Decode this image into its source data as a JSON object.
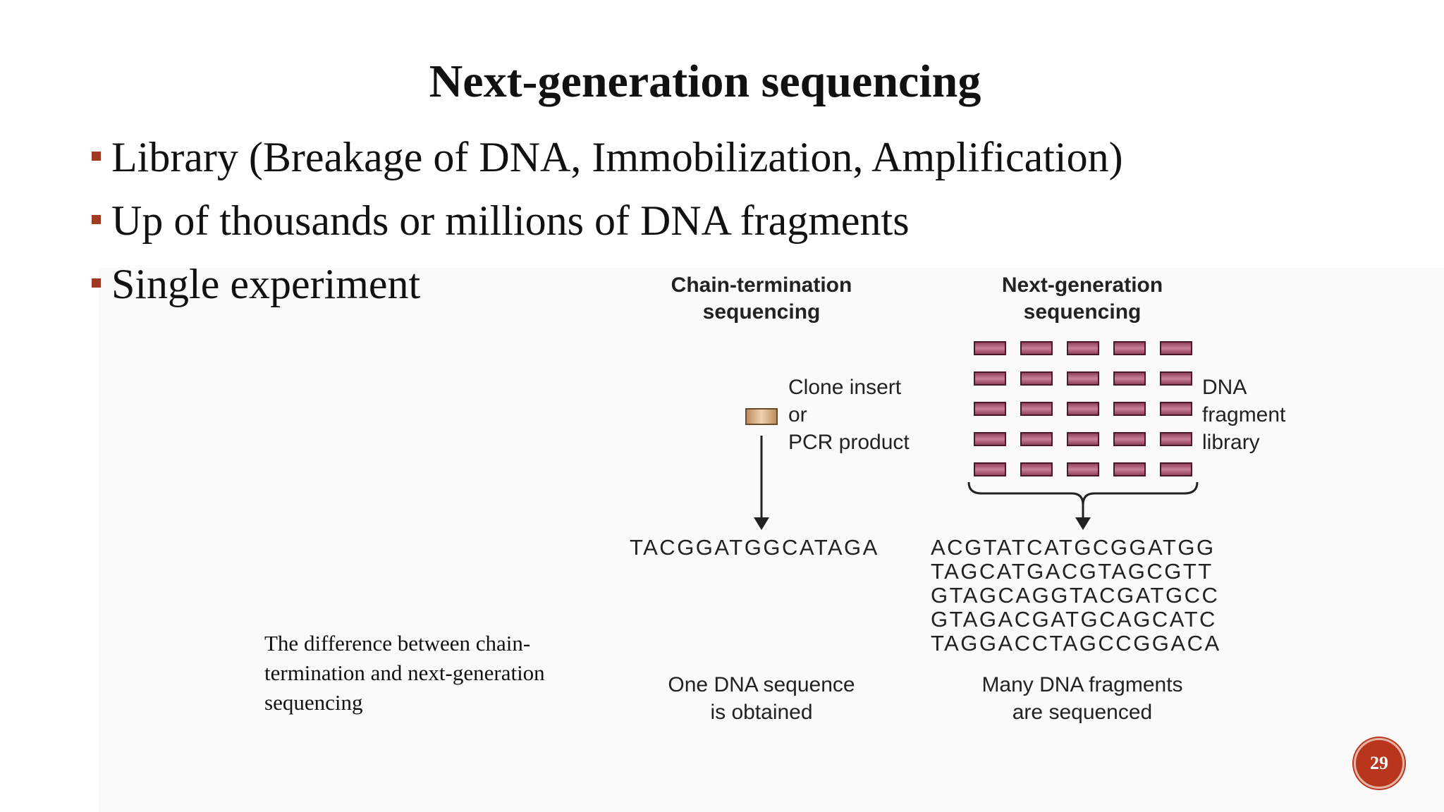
{
  "slide": {
    "title": "Next-generation sequencing",
    "bullets": [
      "Library (Breakage of DNA, Immobilization, Amplification)",
      "Up of thousands or millions of DNA fragments",
      "Single experiment"
    ],
    "caption": "The difference between chain-termination and next-generation sequencing",
    "page_number": "29",
    "accent_color": "#a13a22"
  },
  "figure": {
    "left_heading_line1": "Chain-termination",
    "left_heading_line2": "sequencing",
    "right_heading_line1": "Next-generation",
    "right_heading_line2": "sequencing",
    "clone_label_line1": "Clone insert",
    "clone_label_line2": "or",
    "clone_label_line3": "PCR product",
    "library_label_line1": "DNA",
    "library_label_line2": "fragment",
    "library_label_line3": "library",
    "left_sequence": "TACGGATGGCATAGA",
    "right_sequences": [
      "ACGTATCATGCGGATGG",
      "TAGCATGACGTAGCGTT",
      "GTAGCAGGTACGATGCC",
      "GTAGACGATGCAGCATC",
      "TAGGACCTAGCCGGACA"
    ],
    "left_result_line1": "One DNA sequence",
    "left_result_line2": "is obtained",
    "right_result_line1": "Many DNA fragments",
    "right_result_line2": "are sequenced",
    "fragment_color": "#b5627e",
    "insert_color": "#d9b58a"
  }
}
